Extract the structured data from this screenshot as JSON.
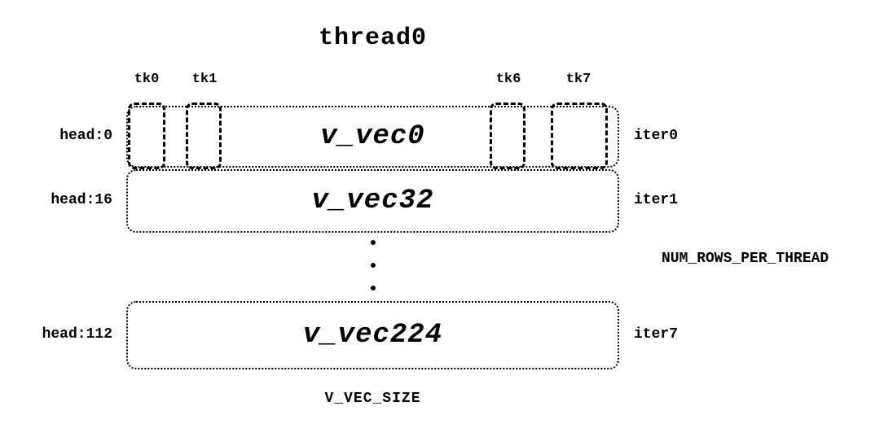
{
  "title": "thread0",
  "tk_labels": [
    "tk0",
    "tk1",
    "tk6",
    "tk7"
  ],
  "rows": [
    {
      "head": "head:0",
      "label": "v_vec0",
      "iter": "iter0"
    },
    {
      "head": "head:16",
      "label": "v_vec32",
      "iter": "iter1"
    },
    {
      "head": "head:112",
      "label": "v_vec224",
      "iter": "iter7"
    }
  ],
  "right_label": "NUM_ROWS_PER_THREAD",
  "bottom_label": "V_VEC_SIZE",
  "colors": {
    "text": "#000000",
    "border": "#000000",
    "background": "#ffffff"
  }
}
